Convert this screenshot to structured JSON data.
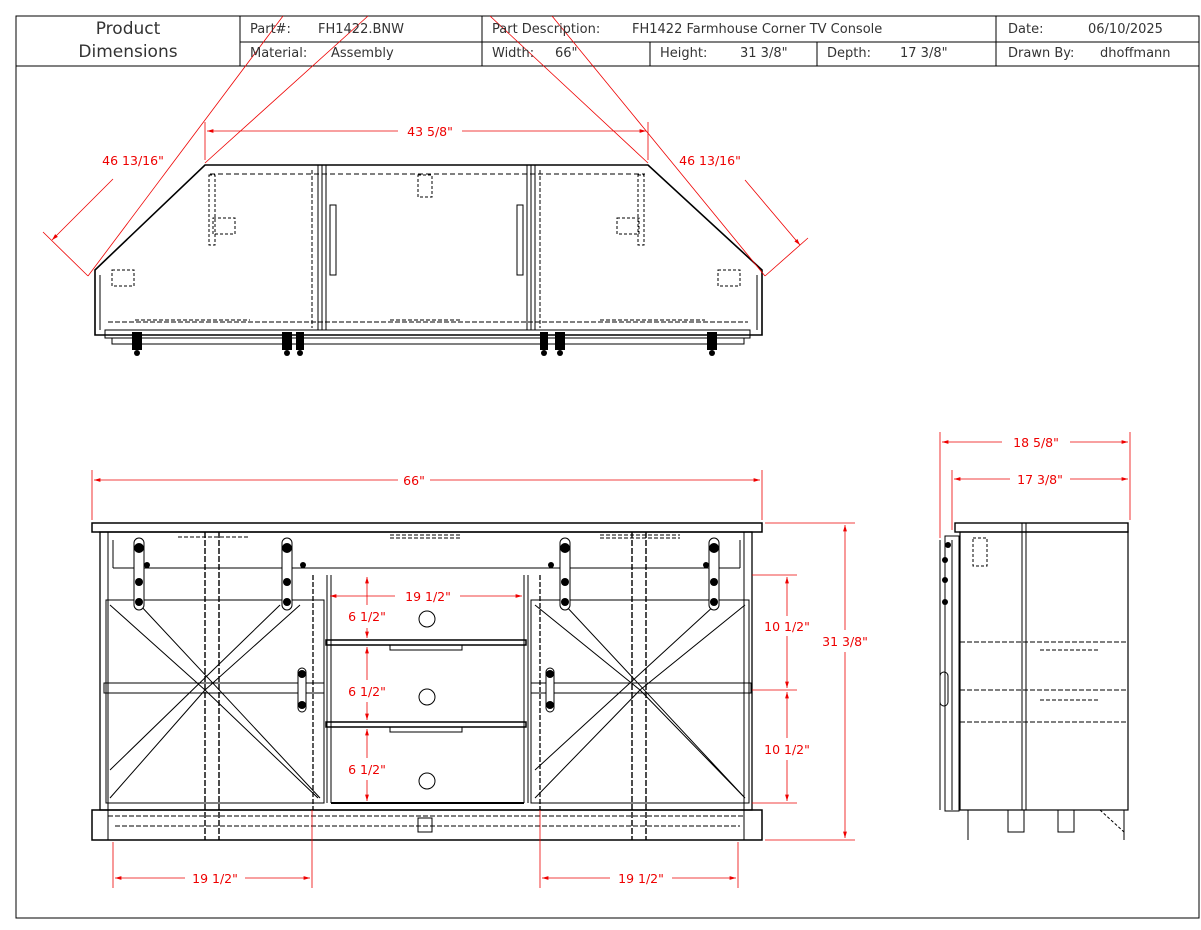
{
  "header": {
    "title_line1": "Product",
    "title_line2": "Dimensions",
    "part_label": "Part#:",
    "part_value": "FH1422.BNW",
    "description_label": "Part Description:",
    "description_value": "FH1422 Farmhouse Corner TV Console",
    "date_label": "Date:",
    "date_value": "06/10/2025",
    "material_label": "Material:",
    "material_value": "Assembly",
    "width_label": "Width:",
    "width_value": "66\"",
    "height_label": "Height:",
    "height_value": "31 3/8\"",
    "depth_label": "Depth:",
    "depth_value": "17 3/8\"",
    "drawn_by_label": "Drawn By:",
    "drawn_by_value": "dhoffmann"
  },
  "top_view": {
    "back_width": "43 5/8\"",
    "left_diagonal": "46 13/16\"",
    "right_diagonal": "46 13/16\""
  },
  "front_view": {
    "overall_width": "66\"",
    "overall_height": "31 3/8\"",
    "upper_door_height": "10 1/2\"",
    "lower_door_height": "10 1/2\"",
    "center_opening_width": "19 1/2\"",
    "shelf_spacing_top": "6 1/2\"",
    "shelf_spacing_middle": "6 1/2\"",
    "shelf_spacing_bottom": "6 1/2\"",
    "left_door_width": "19 1/2\"",
    "right_door_width": "19 1/2\""
  },
  "side_view": {
    "overall_depth": "18 5/8\"",
    "body_depth": "17 3/8\""
  },
  "colors": {
    "dimension": "#ee0000",
    "line": "#000000"
  }
}
